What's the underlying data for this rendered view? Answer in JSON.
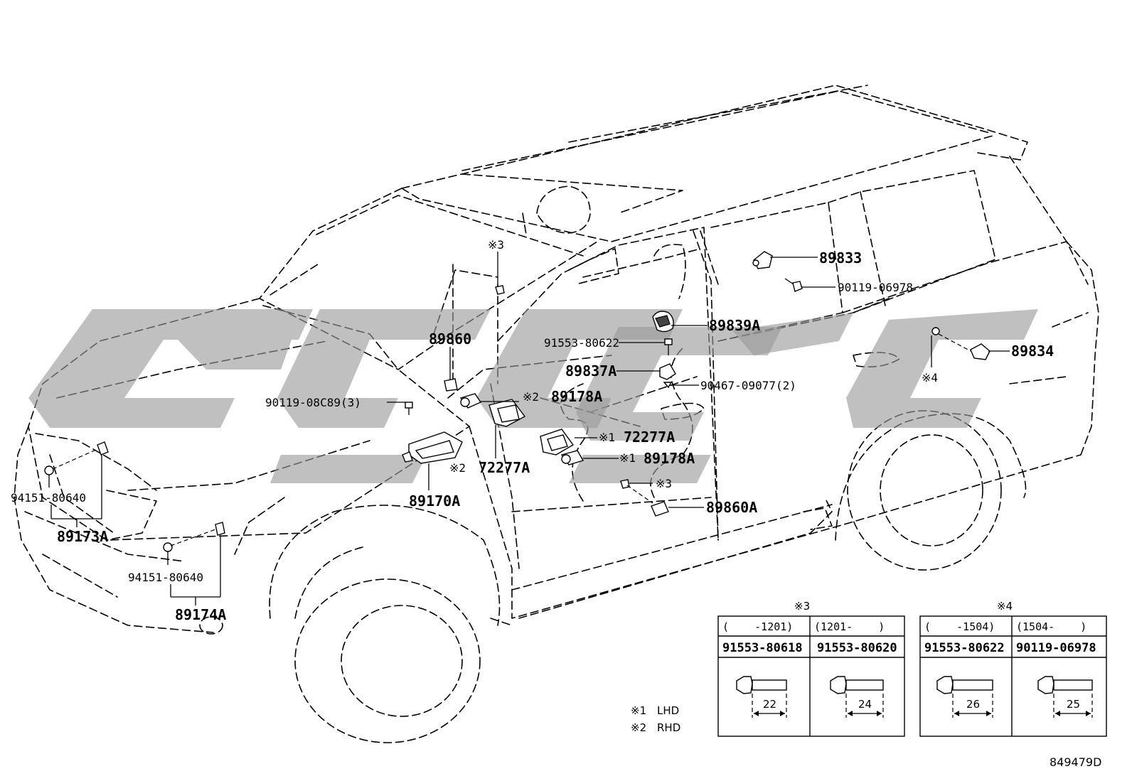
{
  "diagram": {
    "reference_code": "849479D",
    "callouts": {
      "p89833": "89833",
      "p90119_06978": "90119-06978",
      "p89839A": "89839A",
      "p91553_80622": "91553-80622",
      "p89834": "89834",
      "p89837A": "89837A",
      "p90467_09077": "90467-09077(2)",
      "p89860": "89860",
      "p90119_08C89": "90119-08C89(3)",
      "p89178A_top": "89178A",
      "p72277A_top": "72277A",
      "p89178A_mid": "89178A",
      "p72277A_low": "72277A",
      "p89170A": "89170A",
      "p89860A": "89860A",
      "p94151_80640_a": "94151-80640",
      "p89173A": "89173A",
      "p94151_80640_b": "94151-80640",
      "p89174A": "89174A"
    },
    "marks": {
      "m3_top": "※3",
      "m4": "※4",
      "m2_top": "※2",
      "m1_top": "※1",
      "m2_low": "※2",
      "m1_mid": "※1",
      "m3_low": "※3"
    },
    "legend": [
      {
        "mark": "※1",
        "text": "LHD"
      },
      {
        "mark": "※2",
        "text": "RHD"
      }
    ],
    "tables": [
      {
        "title": "※3",
        "columns": [
          {
            "range": "(    -1201)",
            "part": "91553-80618",
            "length": "22"
          },
          {
            "range": "(1201-    )",
            "part": "91553-80620",
            "length": "24"
          }
        ]
      },
      {
        "title": "※4",
        "columns": [
          {
            "range": "(    -1504)",
            "part": "91553-80622",
            "length": "26"
          },
          {
            "range": "(1504-    )",
            "part": "90119-06978",
            "length": "25"
          }
        ]
      }
    ]
  }
}
